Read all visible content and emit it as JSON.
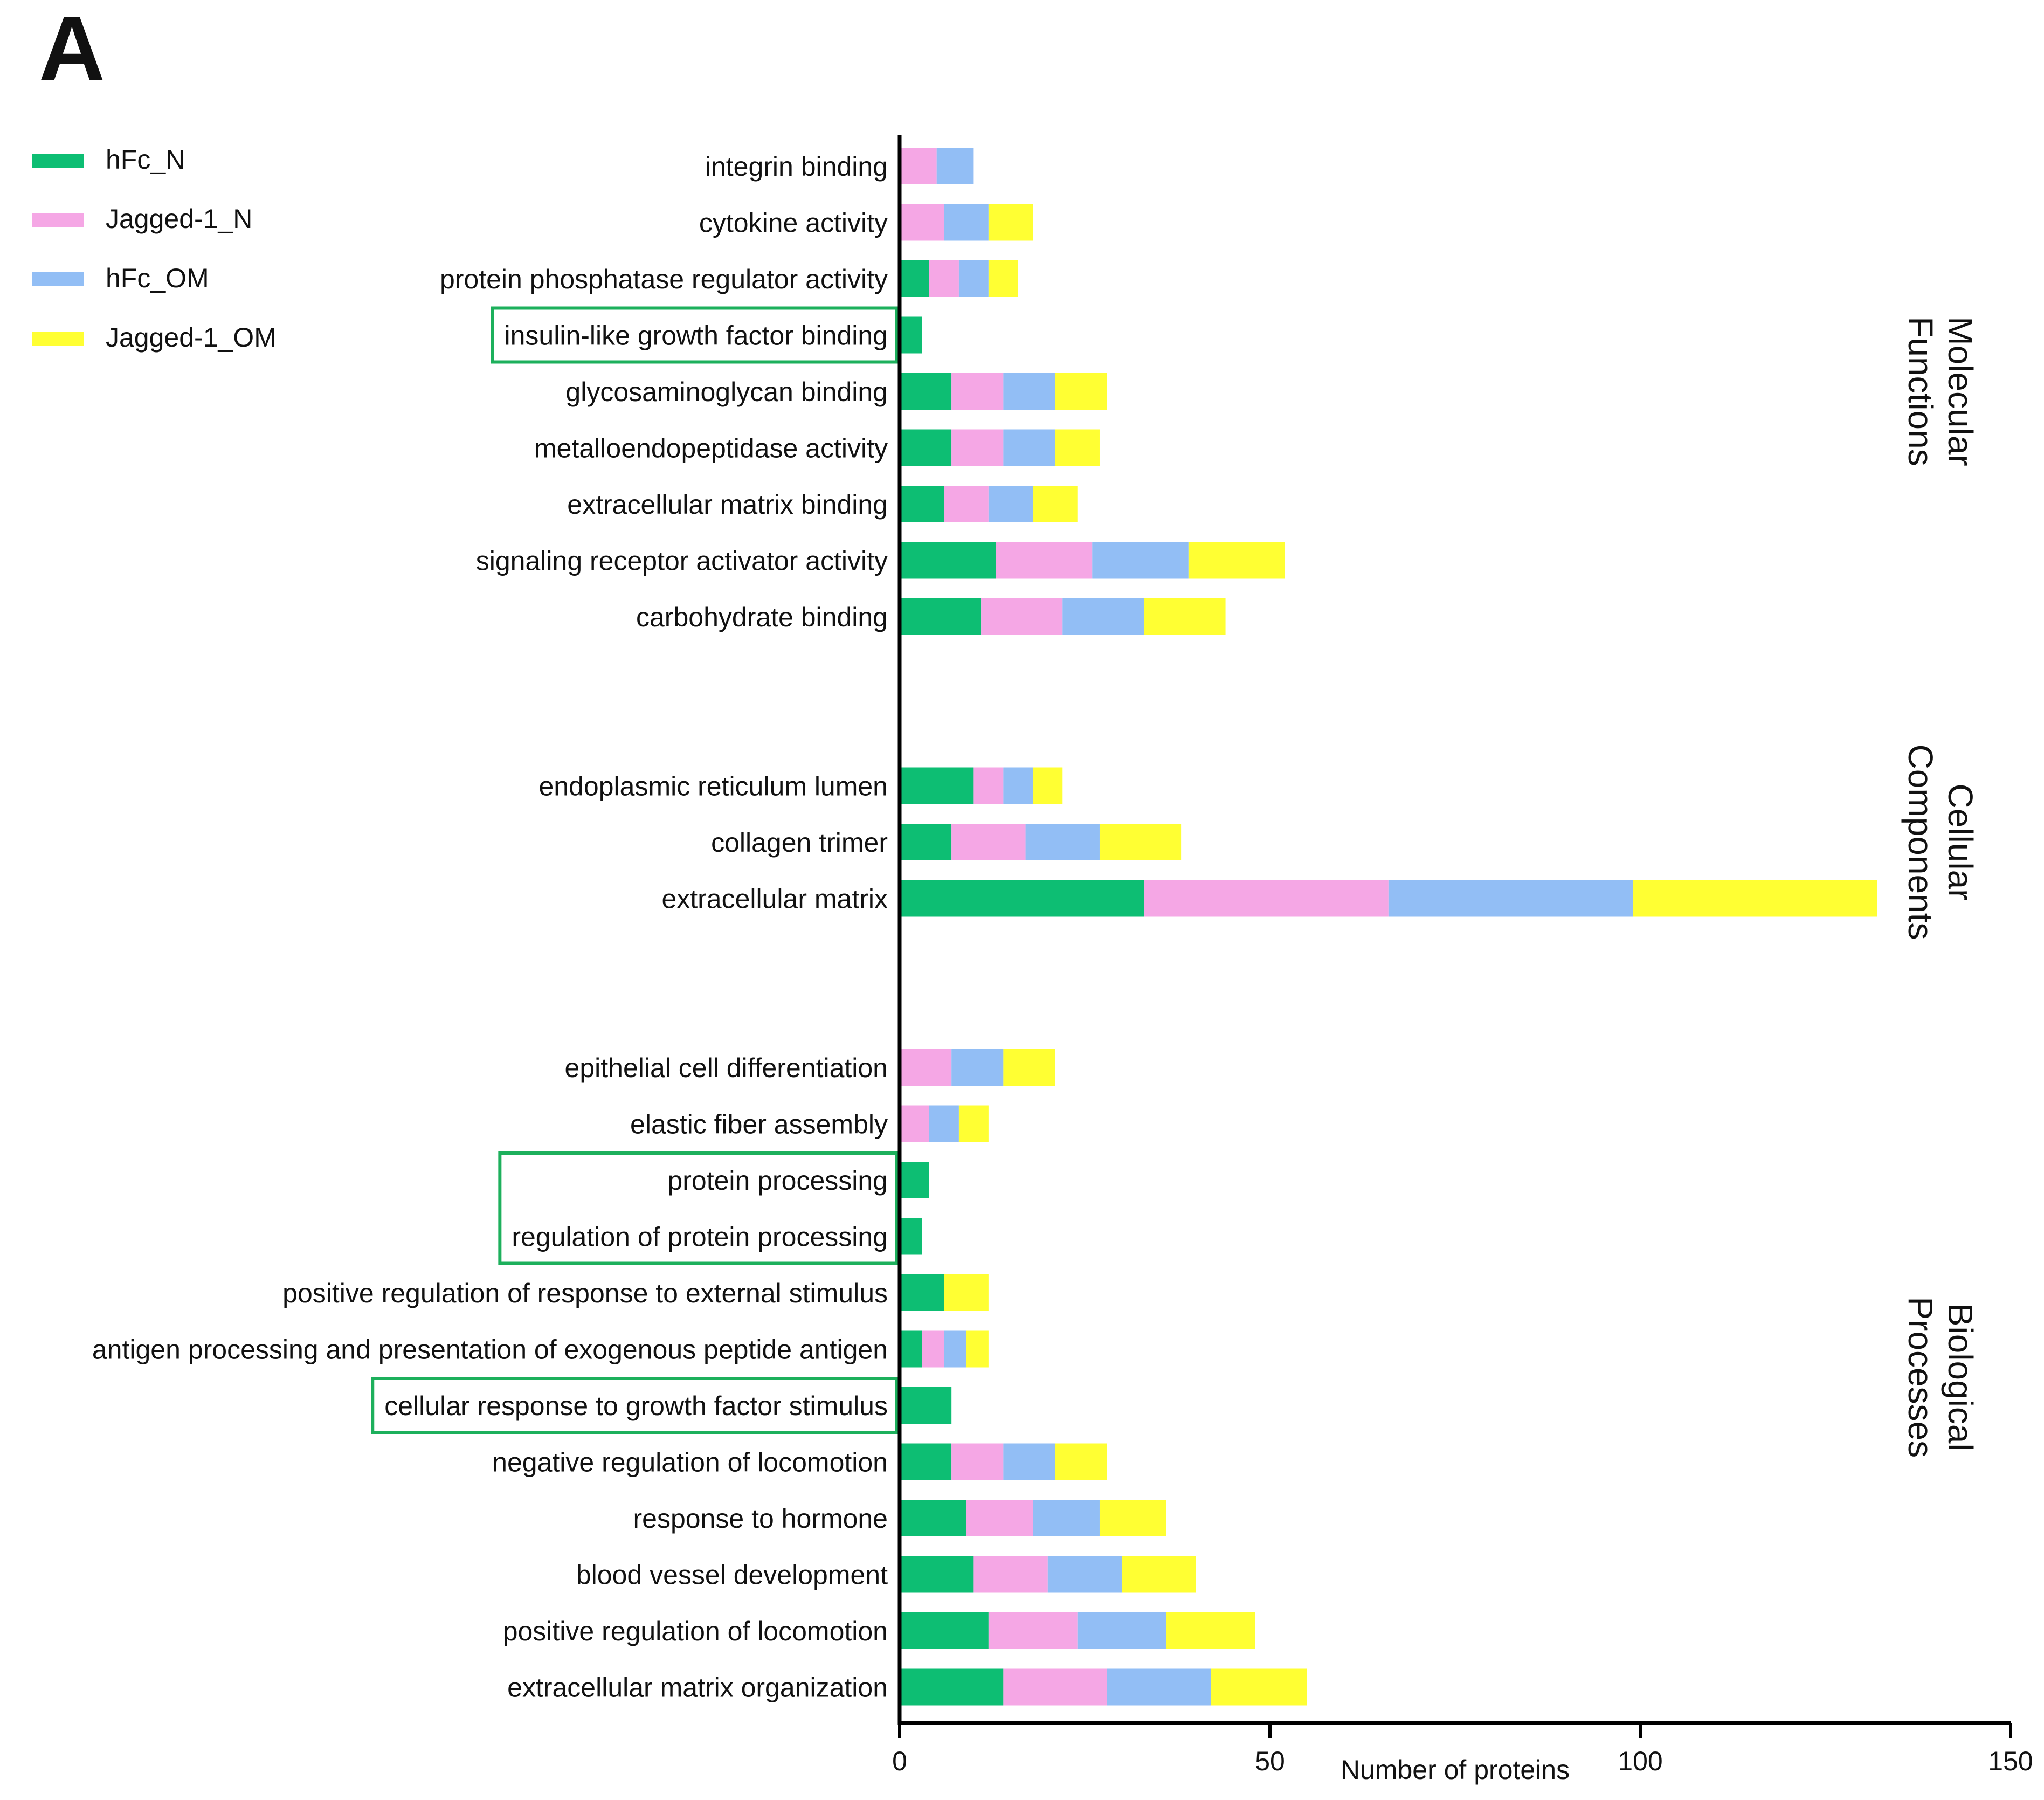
{
  "panel_label": "A",
  "chart_data": {
    "type": "bar",
    "orientation": "horizontal",
    "stacked": true,
    "xlabel": "Number of proteins",
    "ylabel": "",
    "xlim": [
      0,
      150
    ],
    "xticks": [
      0,
      50,
      100,
      150
    ],
    "grid": false,
    "legend_position": "top-left",
    "series": [
      {
        "name": "hFc_N",
        "color": "#0DBE73"
      },
      {
        "name": "Jagged-1_N",
        "color": "#F5A7E5"
      },
      {
        "name": "hFc_OM",
        "color": "#92BEF5"
      },
      {
        "name": "Jagged-1_OM",
        "color": "#FFFF33"
      }
    ],
    "groups": [
      {
        "label": [
          "Molecular",
          "Functions"
        ],
        "categories": [
          {
            "name": "integrin binding",
            "values": [
              0,
              5,
              5,
              0
            ],
            "highlighted": false
          },
          {
            "name": "cytokine activity",
            "values": [
              0,
              6,
              6,
              6
            ],
            "highlighted": false
          },
          {
            "name": "protein phosphatase regulator activity",
            "values": [
              4,
              4,
              4,
              4
            ],
            "highlighted": false
          },
          {
            "name": "insulin-like growth factor binding",
            "values": [
              3,
              0,
              0,
              0
            ],
            "highlighted": true
          },
          {
            "name": "glycosaminoglycan binding",
            "values": [
              7,
              7,
              7,
              7
            ],
            "highlighted": false
          },
          {
            "name": "metalloendopeptidase activity",
            "values": [
              7,
              7,
              7,
              6
            ],
            "highlighted": false
          },
          {
            "name": "extracellular matrix binding",
            "values": [
              6,
              6,
              6,
              6
            ],
            "highlighted": false
          },
          {
            "name": "signaling receptor activator activity",
            "values": [
              13,
              13,
              13,
              13
            ],
            "highlighted": false
          },
          {
            "name": "carbohydrate binding",
            "values": [
              11,
              11,
              11,
              11
            ],
            "highlighted": false
          }
        ]
      },
      {
        "label": [
          "Cellular",
          "Components"
        ],
        "categories": [
          {
            "name": "endoplasmic reticulum lumen",
            "values": [
              10,
              4,
              4,
              4
            ],
            "highlighted": false
          },
          {
            "name": "collagen trimer",
            "values": [
              7,
              10,
              10,
              11
            ],
            "highlighted": false
          },
          {
            "name": "extracellular matrix",
            "values": [
              33,
              33,
              33,
              33
            ],
            "highlighted": false
          }
        ]
      },
      {
        "label": [
          "Biological",
          "Processes"
        ],
        "categories": [
          {
            "name": "epithelial cell differentiation",
            "values": [
              0,
              7,
              7,
              7
            ],
            "highlighted": false
          },
          {
            "name": "elastic fiber assembly",
            "values": [
              0,
              4,
              4,
              4
            ],
            "highlighted": false
          },
          {
            "name": "protein processing",
            "values": [
              4,
              0,
              0,
              0
            ],
            "highlighted": true
          },
          {
            "name": "regulation of protein processing",
            "values": [
              3,
              0,
              0,
              0
            ],
            "highlighted": true
          },
          {
            "name": "positive regulation of response to external stimulus",
            "values": [
              6,
              0,
              0,
              6
            ],
            "highlighted": false
          },
          {
            "name": "antigen processing and presentation of exogenous peptide antigen",
            "values": [
              3,
              3,
              3,
              3
            ],
            "highlighted": false
          },
          {
            "name": "cellular response to growth factor stimulus",
            "values": [
              7,
              0,
              0,
              0
            ],
            "highlighted": true
          },
          {
            "name": "negative regulation of locomotion",
            "values": [
              7,
              7,
              7,
              7
            ],
            "highlighted": false
          },
          {
            "name": "response to hormone",
            "values": [
              9,
              9,
              9,
              9
            ],
            "highlighted": false
          },
          {
            "name": "blood vessel development",
            "values": [
              10,
              10,
              10,
              10
            ],
            "highlighted": false
          },
          {
            "name": "positive regulation of locomotion",
            "values": [
              12,
              12,
              12,
              12
            ],
            "highlighted": false
          },
          {
            "name": "extracellular matrix organization",
            "values": [
              14,
              14,
              14,
              13
            ],
            "highlighted": false
          }
        ]
      }
    ],
    "highlight_color": "#1DB05C"
  }
}
